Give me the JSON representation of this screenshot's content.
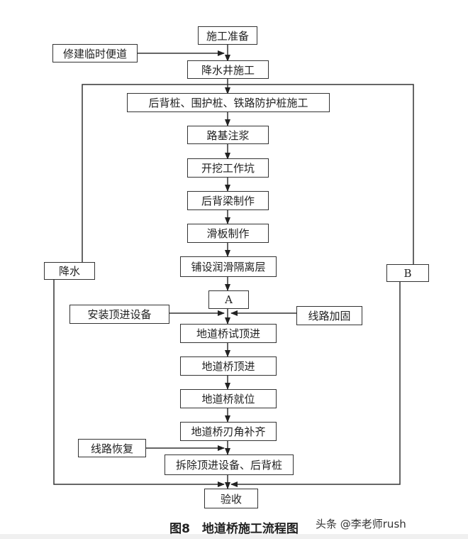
{
  "diagram": {
    "nodes": {
      "prep": "施工准备",
      "road": "修建临时便道",
      "well": "降水井施工",
      "piles": "后背桩、围护桩、铁路防护桩施工",
      "grout": "路基注浆",
      "pit": "开挖工作坑",
      "beam": "后背梁制作",
      "slide": "滑板制作",
      "layer": "铺设润滑隔离层",
      "a": "A",
      "install": "安装顶进设备",
      "reinforce": "线路加固",
      "trial": "地道桥试顶进",
      "jack": "地道桥顶进",
      "place": "地道桥就位",
      "edge": "地道桥刃角补齐",
      "restore": "线路恢复",
      "remove": "拆除顶进设备、后背桩",
      "accept": "验收",
      "dewater": "降水",
      "b": "B"
    },
    "edges": [
      [
        "prep",
        "well"
      ],
      [
        "road",
        "well"
      ],
      [
        "well",
        "piles"
      ],
      [
        "piles",
        "grout"
      ],
      [
        "grout",
        "pit"
      ],
      [
        "pit",
        "beam"
      ],
      [
        "beam",
        "slide"
      ],
      [
        "slide",
        "layer"
      ],
      [
        "layer",
        "a"
      ],
      [
        "a",
        "trial"
      ],
      [
        "install",
        "trial"
      ],
      [
        "reinforce",
        "trial"
      ],
      [
        "trial",
        "jack"
      ],
      [
        "jack",
        "place"
      ],
      [
        "place",
        "edge"
      ],
      [
        "edge",
        "remove"
      ],
      [
        "restore",
        "remove"
      ],
      [
        "remove",
        "accept"
      ],
      [
        "dewater",
        "accept"
      ],
      [
        "b",
        "accept"
      ]
    ]
  },
  "caption": "图8　地道桥施工流程图",
  "watermark": "头条 @李老师rush"
}
